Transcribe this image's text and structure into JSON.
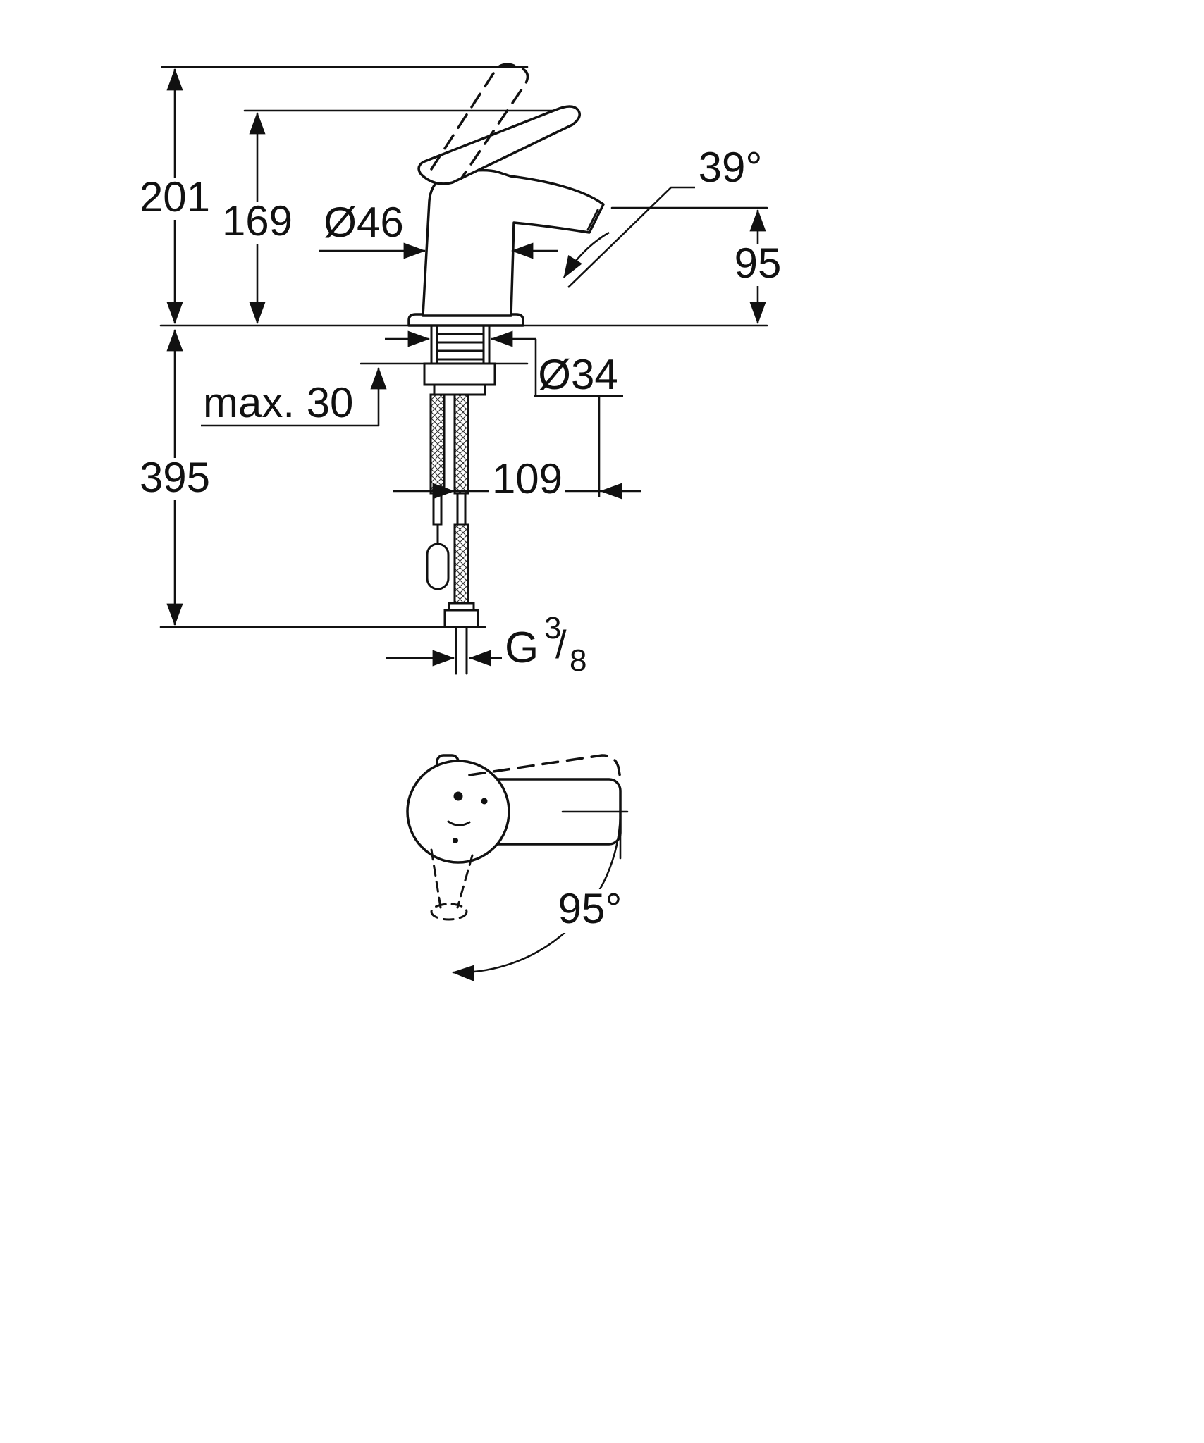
{
  "colors": {
    "line": "#111111",
    "background": "#ffffff"
  },
  "labels": {
    "height_overall": "201",
    "height_lever": "169",
    "body_diameter": "Ø46",
    "spout_angle": "39°",
    "spout_height": "95",
    "deck_thickness": "max. 30",
    "hole_diameter": "Ø34",
    "hose_length": "395",
    "hose_offset": "109",
    "thread_letter": "G",
    "thread_numerator": "3",
    "thread_slash": "/",
    "thread_denominator": "8",
    "swivel_angle": "95°"
  }
}
